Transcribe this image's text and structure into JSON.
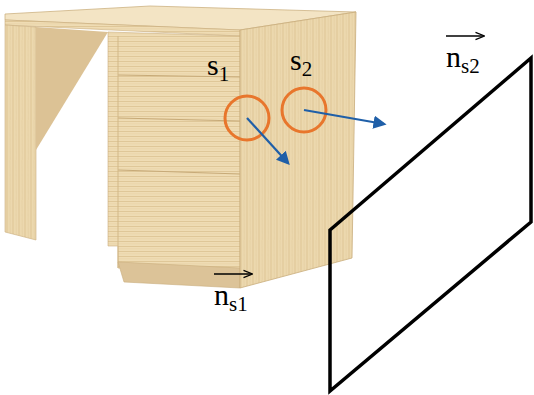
{
  "diagram": {
    "labels": [
      "s1",
      "s2",
      "ns2",
      "ns1"
    ]
  }
}
